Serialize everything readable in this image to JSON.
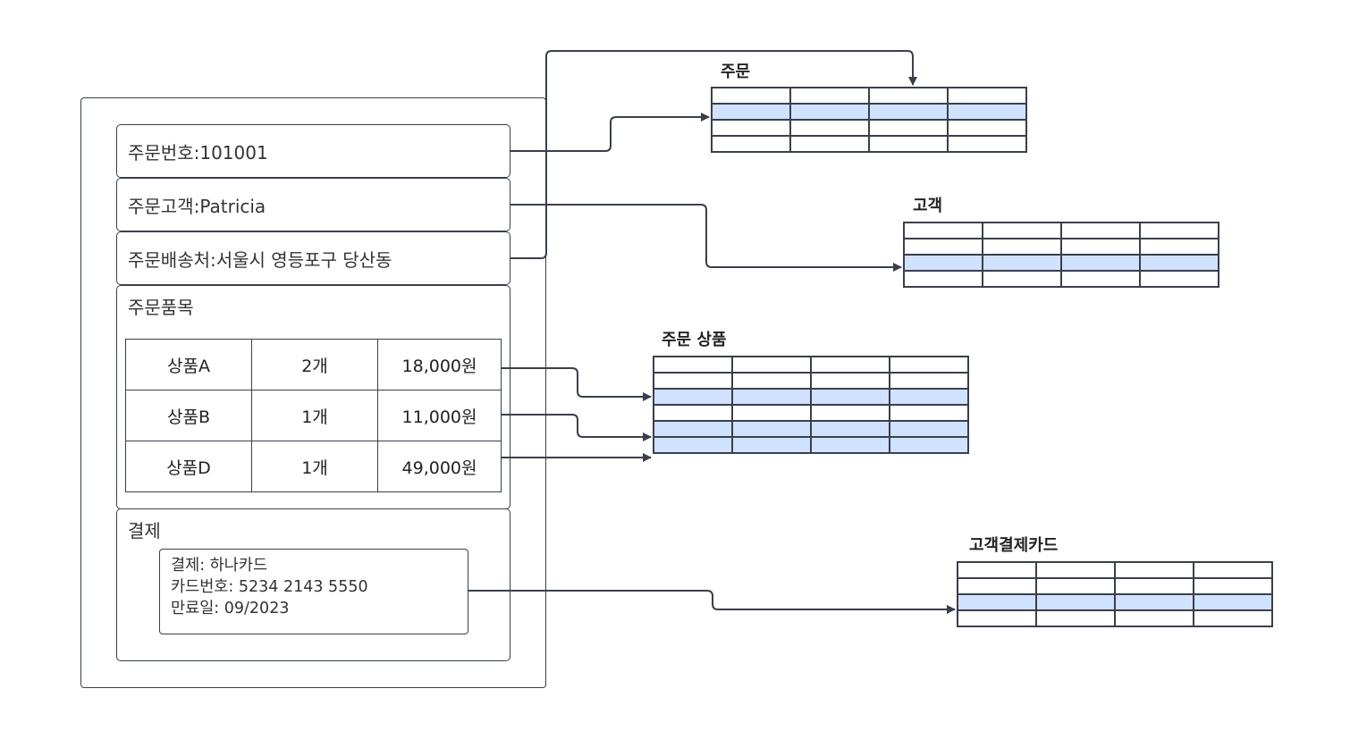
{
  "order_form": {
    "order_number": "주문번호:101001",
    "customer": "주문고객:Patricia",
    "shipping": "주문배송처:서울시 영등포구 당산동",
    "items_title": "주문품목",
    "items": [
      {
        "product": "상품A",
        "qty": "2개",
        "price": "18,000원"
      },
      {
        "product": "상품B",
        "qty": "1개",
        "price": "11,000원"
      },
      {
        "product": "상품D",
        "qty": "1개",
        "price": "49,000원"
      }
    ],
    "payment_title": "결제",
    "payment_lines": [
      "결제: 하나카드",
      "카드번호: 5234 2143 5550",
      "만료일: 09/2023"
    ]
  },
  "entities": [
    {
      "label": "주문",
      "rows": 4,
      "highlight_rows": [
        1
      ]
    },
    {
      "label": "고객",
      "rows": 4,
      "highlight_rows": [
        2
      ]
    },
    {
      "label": "주문 상품",
      "rows": 6,
      "highlight_rows": [
        2,
        4,
        5
      ]
    },
    {
      "label": "고객결제카드",
      "rows": 4,
      "highlight_rows": [
        2
      ]
    }
  ],
  "colors": {
    "line": "#3a3f4b",
    "highlight": "#cfe2ff"
  }
}
